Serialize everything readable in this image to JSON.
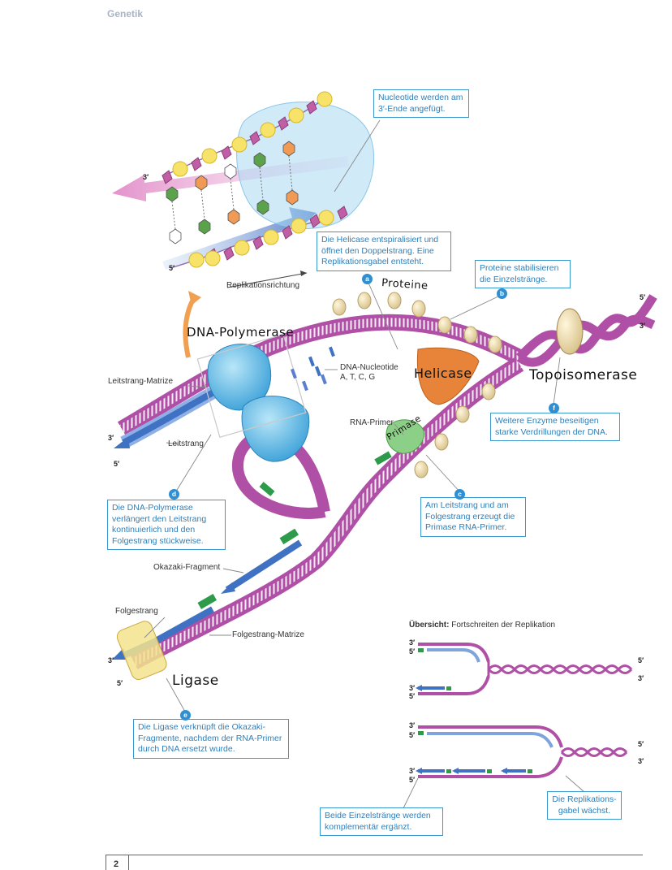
{
  "page": {
    "header": "Genetik",
    "page_number": "2"
  },
  "labels": {
    "replikationsrichtung": "Replikationsrichtung",
    "leitstrang_matrize": "Leitstrang-Matrize",
    "leitstrang": "Leitstrang",
    "dna_nucleotide": "DNA-Nucleotide",
    "bases": "A, T, C, G",
    "rna_primer": "RNA-Primer",
    "okazaki": "Okazaki-Fragment",
    "folgestrang": "Folgestrang",
    "folgestrang_matrize": "Folgestrang-Matrize",
    "ends": {
      "three": "3′",
      "five": "5′"
    }
  },
  "handwritten": {
    "proteine": "Proteine",
    "dna_polymerase": "DNA-Polymerase",
    "helicase": "Helicase",
    "primase": "Primase",
    "topoisomerase": "Topoisomerase",
    "ligase": "Ligase"
  },
  "callouts": {
    "top": "Nucleotide werden am 3′-Ende angefügt.",
    "a": {
      "badge": "a",
      "text": "Die Helicase entspiralisiert und öffnet den Doppelstrang. Eine Replikationsgabel entsteht."
    },
    "b": {
      "badge": "b",
      "text": "Proteine stabilisieren die Einzelstränge."
    },
    "c": {
      "badge": "c",
      "text": "Am Leitstrang und am Folgestrang erzeugt die Primase RNA-Primer."
    },
    "d": {
      "badge": "d",
      "text": "Die DNA-Polymerase verlängert den Leitstrang kontinuierlich und den Folgestrang stückweise."
    },
    "e": {
      "badge": "e",
      "text": "Die Ligase verknüpft die Okazaki-Fragmente, nachdem der RNA-Primer durch DNA ersetzt wurde."
    },
    "f": {
      "badge": "f",
      "text": "Weitere Enzyme beseitigen starke Verdrillungen der DNA."
    }
  },
  "overview": {
    "title_bold": "Übersicht:",
    "title_rest": " Fortschreiten der Replikation",
    "note_left": "Beide Einzelstränge werden komplementär ergänzt.",
    "note_right": "Die Replikations-gabel wächst."
  },
  "colors": {
    "strand": "#b04fa6",
    "newstrand": "#3f72c2",
    "primer": "#2e9b4a",
    "callout": "#3a9ad0",
    "helicase": "#e07a2e"
  }
}
